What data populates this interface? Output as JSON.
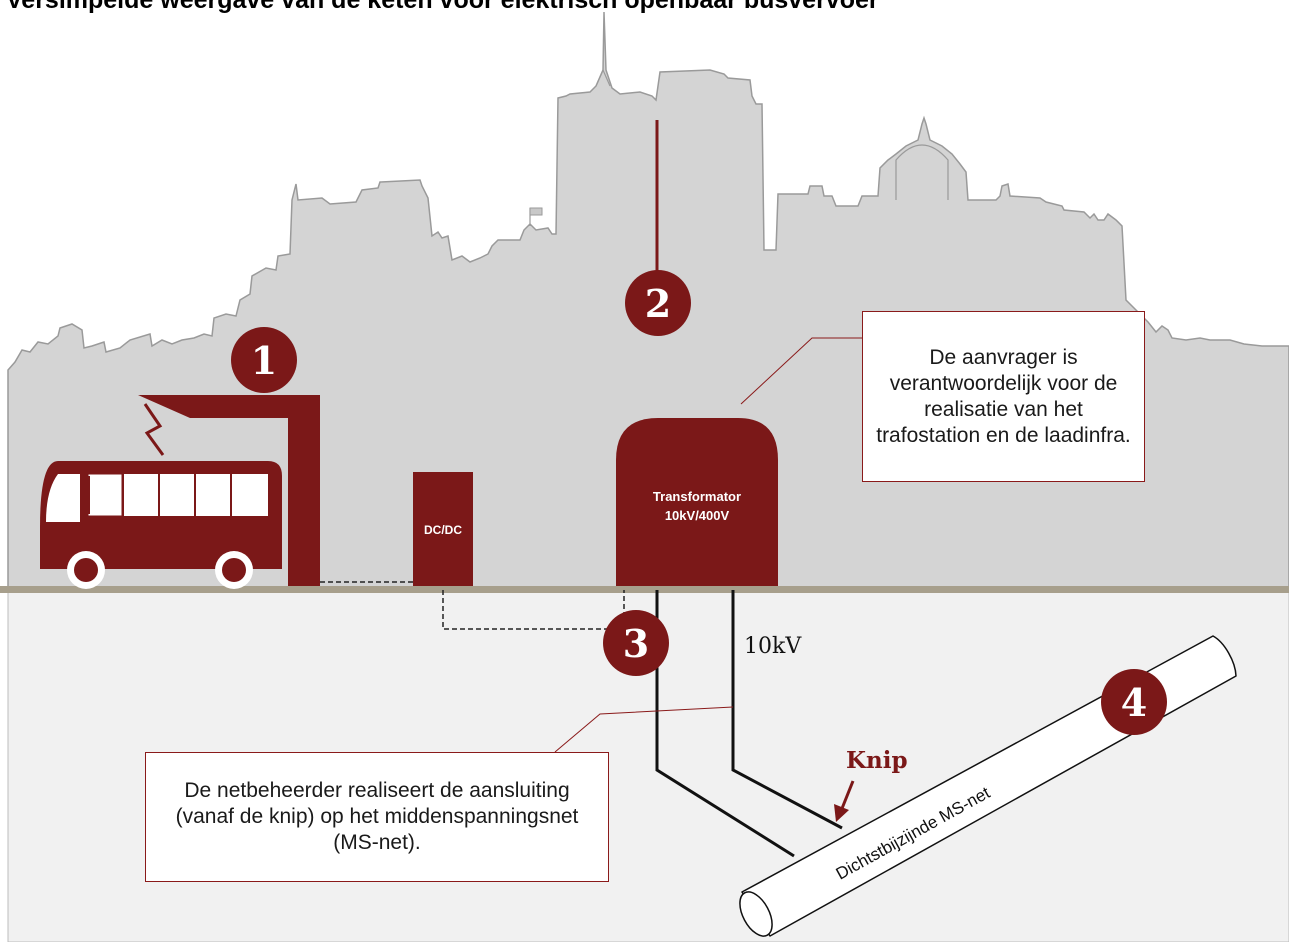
{
  "title": "Versimpelde weergave van de keten voor elektrisch openbaar busvervoer",
  "markers": [
    "1",
    "2",
    "3",
    "4"
  ],
  "components": {
    "dcdc_label": "DC/DC",
    "transformer_line1": "Transformator",
    "transformer_line2": "10kV/400V",
    "voltage_label": "10kV",
    "knip_label": "Knip",
    "cable_label": "Dichtstbijzijnde MS-net"
  },
  "callouts": {
    "aanvrager": "De aanvrager is verantwoordelijk voor de realisatie van het trafostation en de laadinfra.",
    "netbeheerder": "De netbeheerder realiseert de aansluiting (vanaf de knip) op het middenspanningsnet (MS-net)."
  },
  "colors": {
    "brand": "#7b1818",
    "brand_dark": "#6a1111",
    "skyline": "#d4d4d4",
    "skyline_outline": "#9a9a9a",
    "ground": "#f1f1f1",
    "ground_line": "#a79f8c"
  }
}
